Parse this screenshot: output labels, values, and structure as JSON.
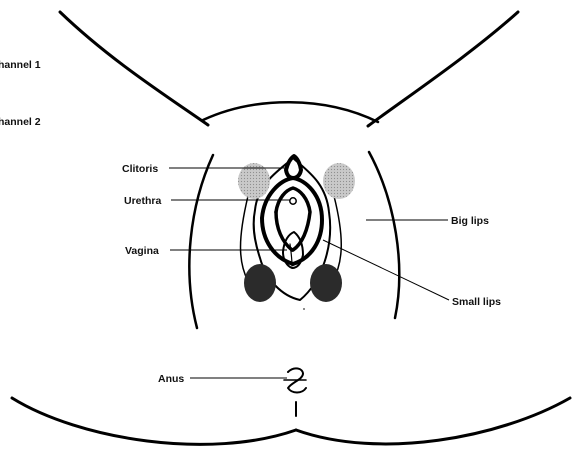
{
  "labels": {
    "channel_1": "hannel 1",
    "channel_2": "hannel 2",
    "clitoris": "Clitoris",
    "urethra": "Urethra",
    "vagina": "Vagina",
    "big_lips": "Big lips",
    "small_lips": "Small lips",
    "anus": "Anus"
  },
  "colors": {
    "channel_1_marker": "#bdbdbd",
    "channel_2_marker": "#2b2b2b",
    "outline": "#000000"
  }
}
